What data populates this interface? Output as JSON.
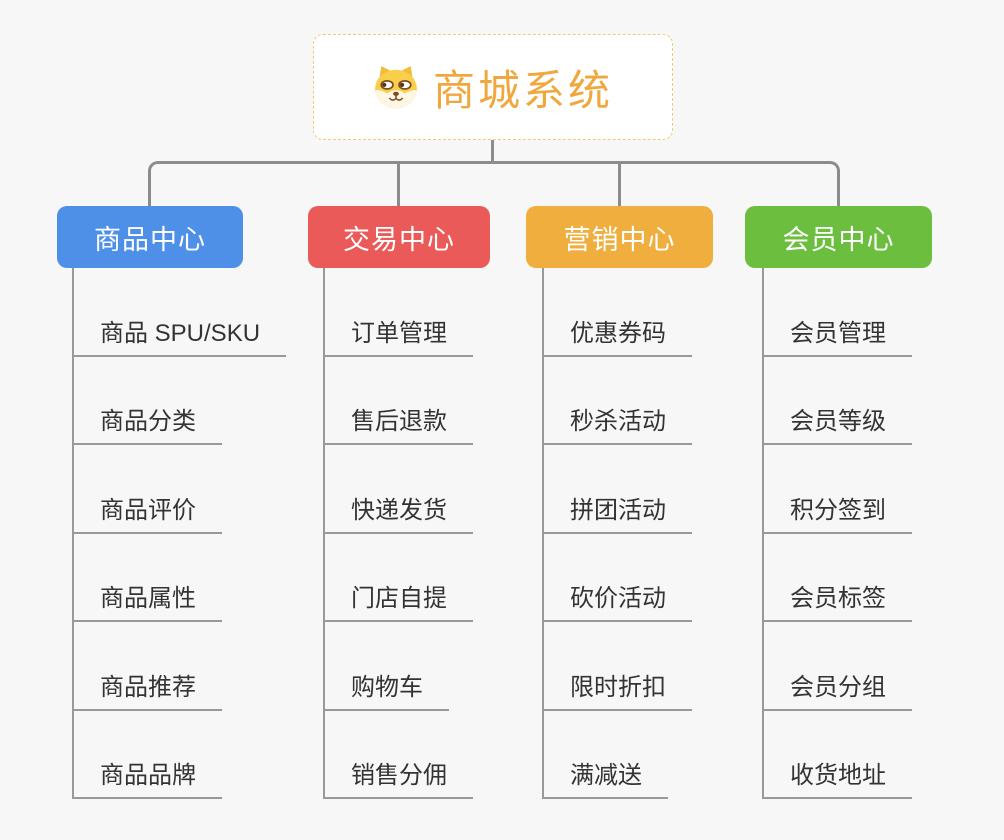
{
  "canvas": {
    "background": "#F7F7F7"
  },
  "root": {
    "title": "商城系统",
    "title_color": "#F0A73E",
    "icon": "dog-face-icon",
    "border_color": "#F3C879"
  },
  "connectors": {
    "root_line_color": "#8C8C8C",
    "branch_line_color": "#999999"
  },
  "branches": [
    {
      "label": "商品中心",
      "color": "#4E90E8",
      "children": [
        "商品 SPU/SKU",
        "商品分类",
        "商品评价",
        "商品属性",
        "商品推荐",
        "商品品牌"
      ]
    },
    {
      "label": "交易中心",
      "color": "#E95A59",
      "children": [
        "订单管理",
        "售后退款",
        "快递发货",
        "门店自提",
        "购物车",
        "销售分佣"
      ]
    },
    {
      "label": "营销中心",
      "color": "#EFAE3D",
      "children": [
        "优惠券码",
        "秒杀活动",
        "拼团活动",
        "砍价活动",
        "限时折扣",
        "满减送"
      ]
    },
    {
      "label": "会员中心",
      "color": "#6CBE3F",
      "children": [
        "会员管理",
        "会员等级",
        "积分签到",
        "会员标签",
        "会员分组",
        "收货地址"
      ]
    }
  ]
}
